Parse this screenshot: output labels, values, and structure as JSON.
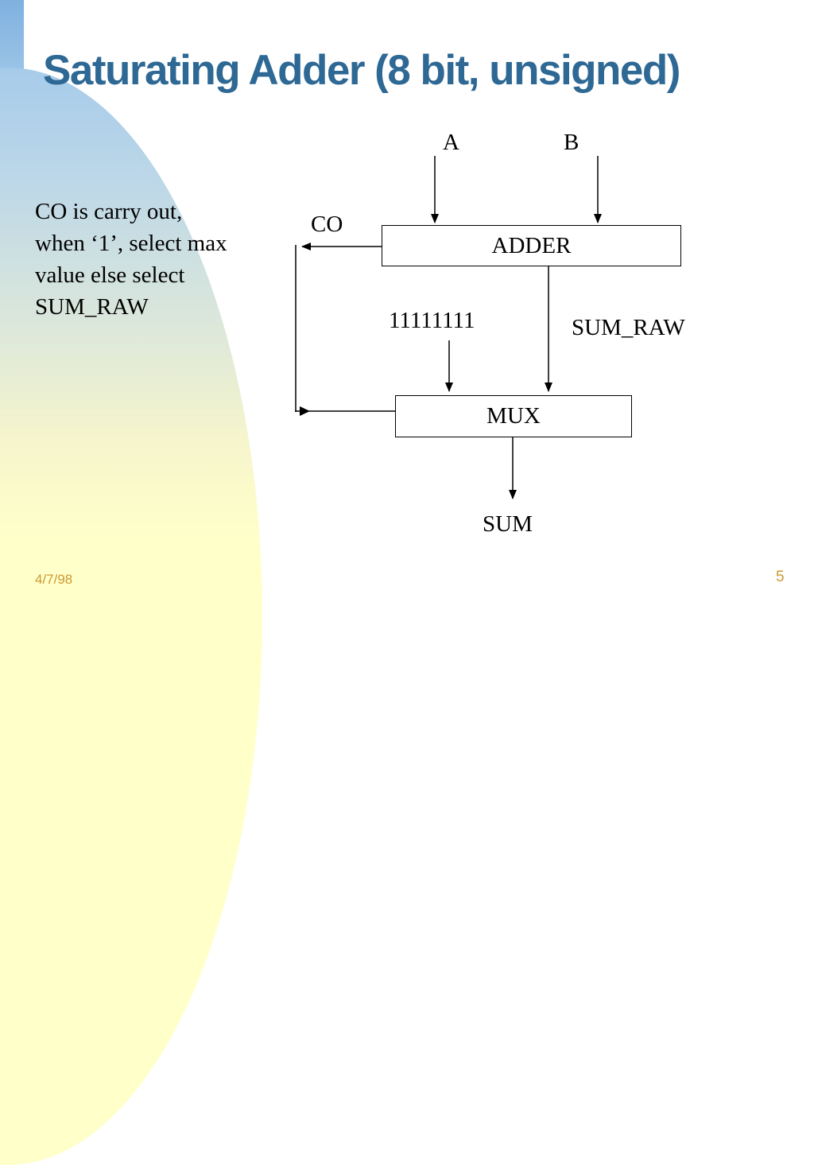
{
  "colors": {
    "title": "#2E6894",
    "footer": "#CC9933",
    "wire": "#000000",
    "background_top": "#7FB1DF",
    "background_bottom": "#FFFFCA"
  },
  "slide": {
    "title": "Saturating Adder (8 bit, unsigned)",
    "note_lines": [
      "CO is carry out,",
      "when ‘1’, select max",
      "value else select",
      "SUM_RAW"
    ],
    "footer": {
      "date": "4/7/98",
      "page": "5"
    }
  },
  "diagram": {
    "blocks": {
      "adder": "ADDER",
      "mux": "MUX"
    },
    "labels": {
      "input_a": "A",
      "input_b": "B",
      "carry_out": "CO",
      "max_value": "11111111",
      "sum_raw": "SUM_RAW",
      "sum": "SUM"
    }
  }
}
